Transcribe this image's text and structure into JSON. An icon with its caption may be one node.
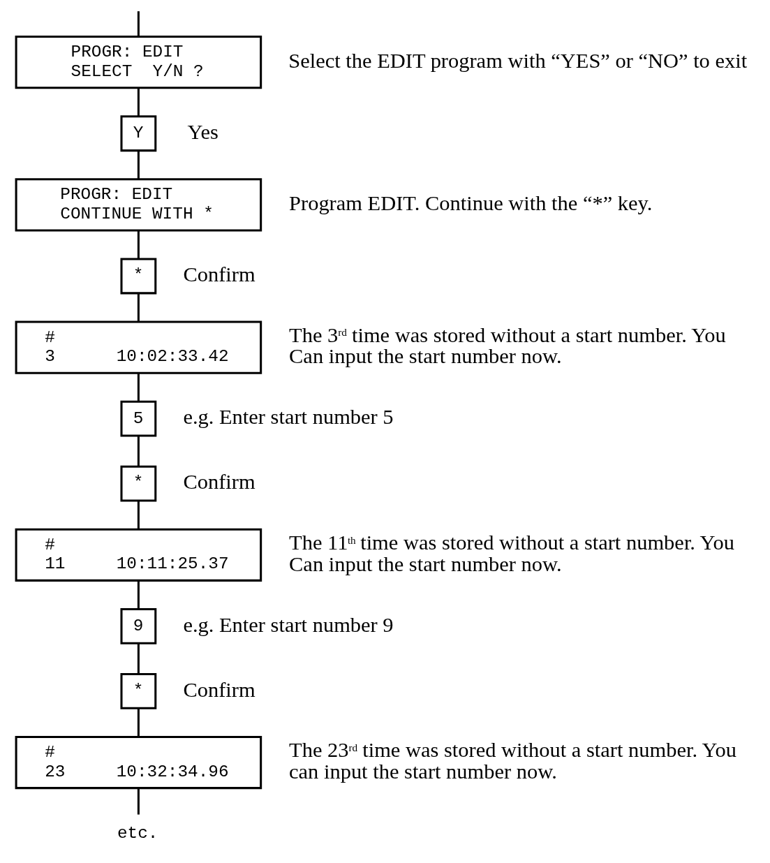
{
  "diagram": {
    "nodes": [
      {
        "text": [
          "PROGR: EDIT",
          "SELECT  Y/N ?"
        ],
        "beside": [
          "Select the EDIT program with “YES” or “NO” to exit"
        ]
      },
      {
        "text": [
          "Y"
        ],
        "beside": [
          "Yes"
        ]
      },
      {
        "text": [
          "PROGR: EDIT",
          "CONTINUE WITH *"
        ],
        "beside": [
          "Program EDIT. Continue with the “*” key."
        ]
      },
      {
        "text": [
          "*"
        ],
        "beside": [
          "Confirm"
        ]
      },
      {
        "text": [
          "#",
          "3      10:02:33.42"
        ],
        "beside": [
          "The 3$^{rd}$ time was stored without a start number. You Can input the start number now."
        ]
      },
      {
        "text": [
          "5"
        ],
        "beside": [
          "e.g. Enter start number 5"
        ]
      },
      {
        "text": [
          "*"
        ],
        "beside": [
          "Confirm"
        ]
      },
      {
        "text": [
          "#",
          "11     10:11:25.37"
        ],
        "beside": [
          "The 11$^{th}$ time was stored without a start number. You Can input the start number now."
        ]
      },
      {
        "text": [
          "9"
        ],
        "beside": [
          "e.g. Enter start number 9"
        ]
      },
      {
        "text": [
          "*"
        ],
        "beside": [
          "Confirm"
        ]
      },
      {
        "text": [
          "#",
          "23     10:32:34.96"
        ],
        "beside": [
          "The 23$^{rd}$ time was stored without a start number. You can input the start number now."
        ]
      },
      {
        "text": [
          "etc."
        ]
      }
    ],
    "edges": [
      {
        "from": null,
        "to": 0,
        "arrow": "none"
      },
      {
        "from": 0,
        "to": 1,
        "arrow": "none"
      },
      {
        "from": 1,
        "to": 2,
        "arrow": "none"
      },
      {
        "from": 2,
        "to": 3,
        "arrow": "none"
      },
      {
        "from": 3,
        "to": 4,
        "arrow": "none"
      },
      {
        "from": 4,
        "to": 5,
        "arrow": "none"
      },
      {
        "from": 5,
        "to": 6,
        "arrow": "none"
      },
      {
        "from": 6,
        "to": 7,
        "arrow": "none"
      },
      {
        "from": 7,
        "to": 8,
        "arrow": "none"
      },
      {
        "from": 8,
        "to": 9,
        "arrow": "none"
      },
      {
        "from": 9,
        "to": 10,
        "arrow": "none"
      },
      {
        "from": 10,
        "to": 11,
        "arrow": "none"
      }
    ]
  }
}
